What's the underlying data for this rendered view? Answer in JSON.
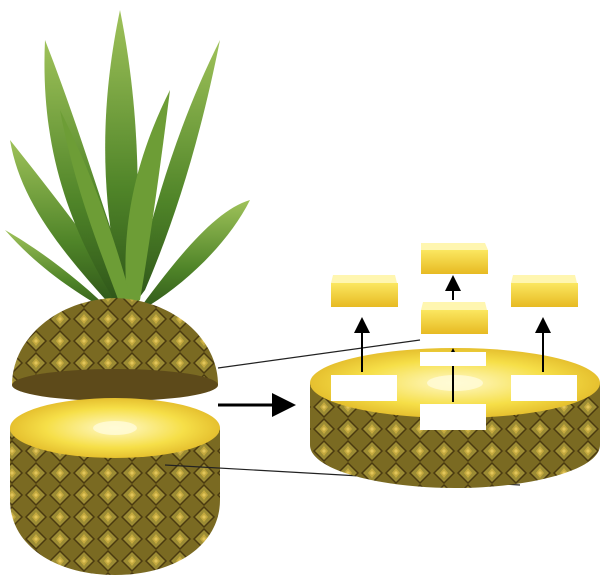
{
  "colors": {
    "background": "#ffffff",
    "leaf_dark": "#2f5a1c",
    "leaf_mid": "#5c8f2e",
    "leaf_light": "#a7c766",
    "skin_dark": "#5d4a1a",
    "skin_mid": "#8a7a2a",
    "skin_light": "#c9b24a",
    "flesh_light": "#fff7a6",
    "flesh_mid": "#f3d93a",
    "flesh_dark": "#d9a81e",
    "arrow": "#000000",
    "line": "#222222"
  },
  "icons": [
    "pineapple-crown-icon",
    "pineapple-slice-icon",
    "pineapple-chunk-icon",
    "arrow-right-icon",
    "arrow-up-icon"
  ],
  "labels": [
    {
      "id": "label-left",
      "text": ""
    },
    {
      "id": "label-top-center",
      "text": ""
    },
    {
      "id": "label-center",
      "text": ""
    },
    {
      "id": "label-right",
      "text": ""
    }
  ]
}
